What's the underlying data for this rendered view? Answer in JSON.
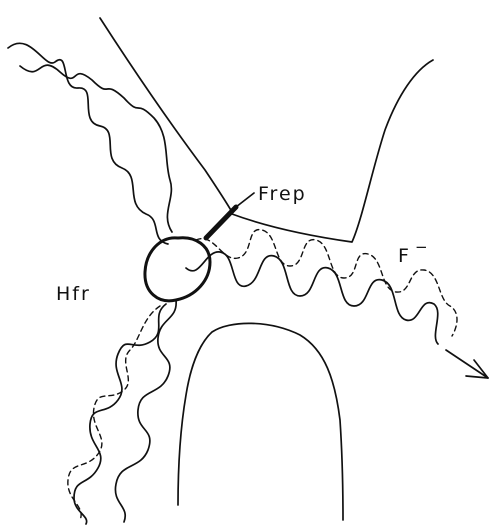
{
  "labels": {
    "frep": "Frep",
    "f_minus": "F",
    "f_minus_sup": "−",
    "hfr": "Hfr"
  }
}
